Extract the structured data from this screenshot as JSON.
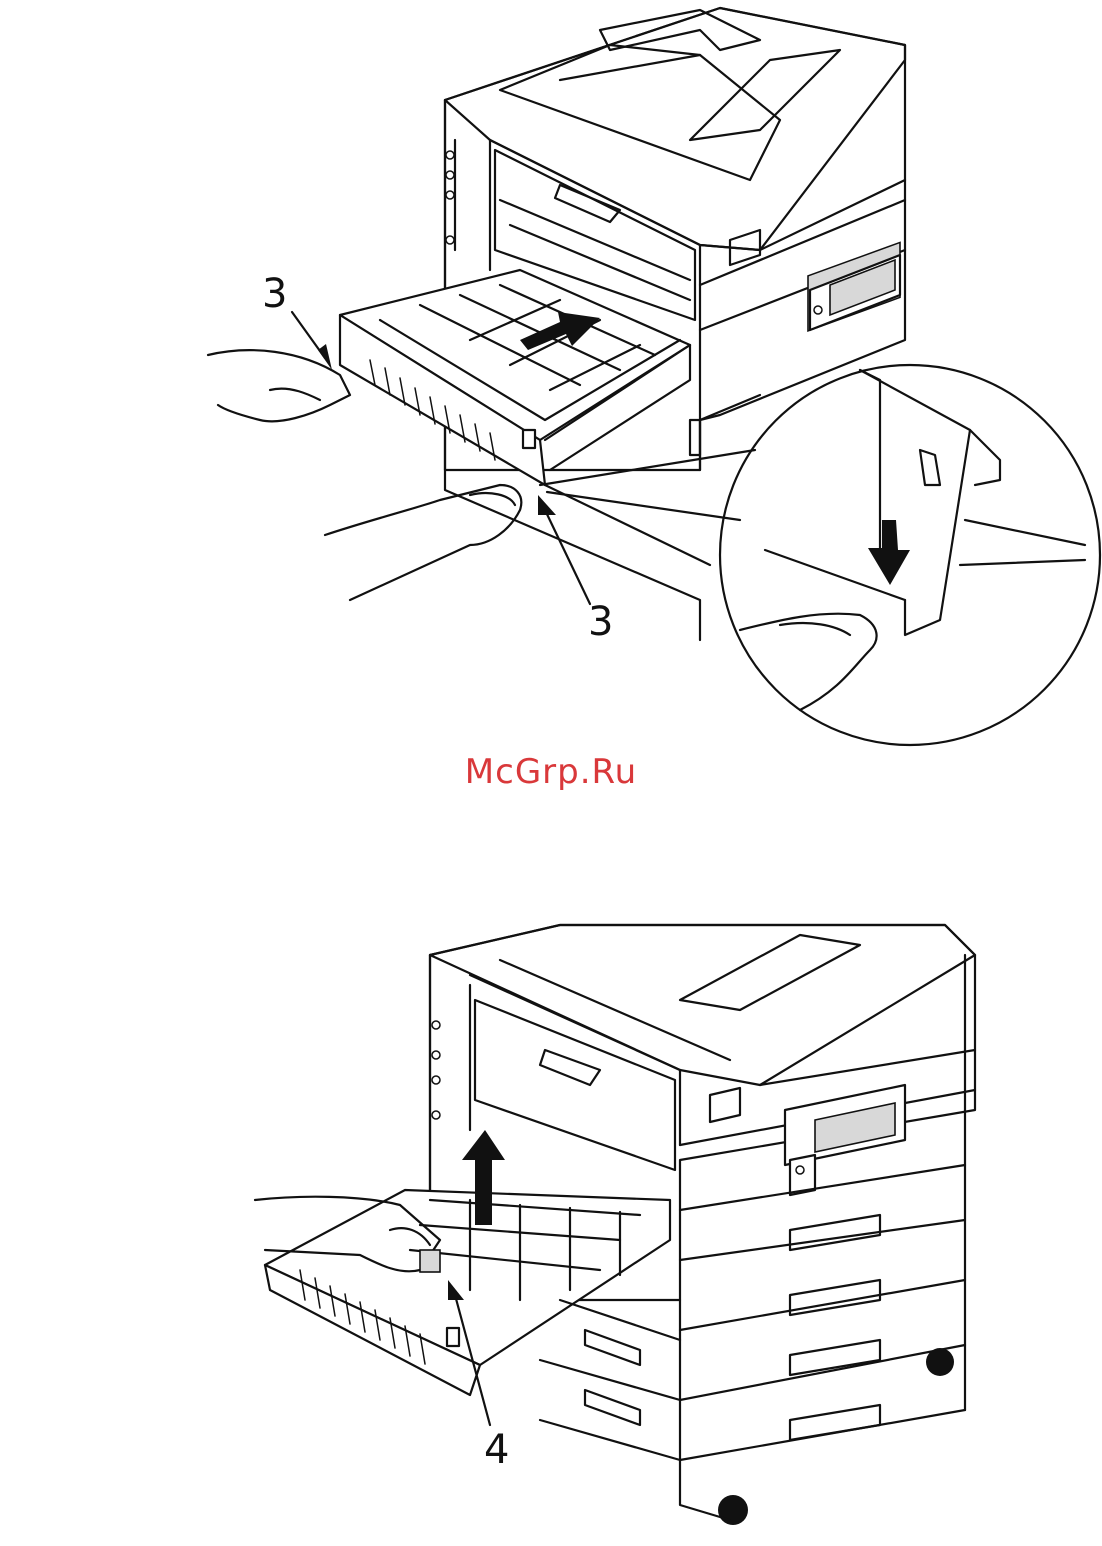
{
  "callouts": {
    "top_left": "3",
    "top_middle": "3",
    "bottom": "4"
  },
  "watermark": {
    "text": "McGrp.Ru",
    "color": "#d9383a"
  }
}
